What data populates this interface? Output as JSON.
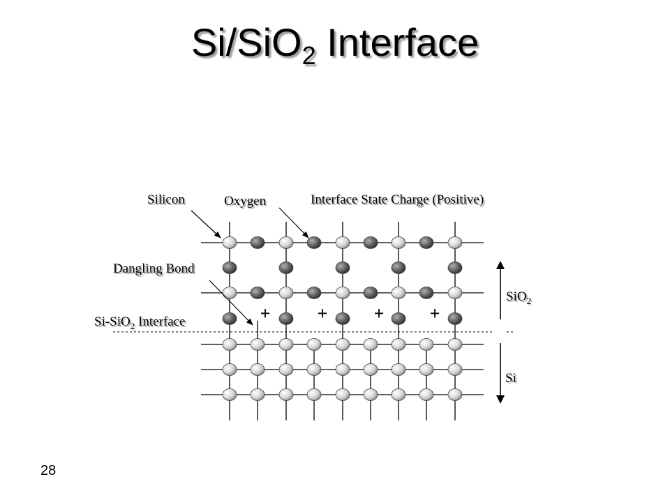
{
  "slide": {
    "title_main": "Si/SiO",
    "title_sub": "2",
    "title_rest": " Interface",
    "page_number": "28"
  },
  "labels": {
    "silicon": "Silicon",
    "oxygen": "Oxygen",
    "interface_state_charge": "Interface State Charge (Positive)",
    "dangling_bond": "Dangling Bond",
    "si_sio2_interface_main": "Si-SiO",
    "si_sio2_interface_sub": "2",
    "si_sio2_interface_rest": " Interface",
    "sio2_main": "SiO",
    "sio2_sub": "2",
    "si": "Si"
  },
  "charges": [
    "+",
    "+",
    "+",
    "+"
  ],
  "colors": {
    "silicon_atom": "#e8e8e8",
    "oxygen_atom": "#6a6a6a",
    "bond_line": "#000000"
  }
}
